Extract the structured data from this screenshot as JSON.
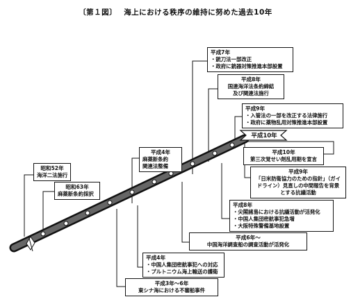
{
  "title": {
    "figure_no": "〔第１図〕",
    "text": "海上における秩序の維持に努めた過去10年"
  },
  "events": [
    {
      "id": "e1",
      "year": "昭和52年",
      "lines": [
        "海洋二法施行"
      ]
    },
    {
      "id": "e2",
      "year": "昭和63年",
      "lines": [
        "麻薬新条約採択"
      ]
    },
    {
      "id": "e3",
      "year": "平成3年～6年",
      "lines": [
        "東シナ海における不審船事件"
      ]
    },
    {
      "id": "e4",
      "year": "平成4年",
      "lines": [
        "・中国人集団密航事犯への対応",
        "・プルトニウム海上輸送の護衛"
      ]
    },
    {
      "id": "e5",
      "year": "平成4年",
      "lines": [
        "麻薬新条約",
        "関連法整備"
      ]
    },
    {
      "id": "e6",
      "year": "平成6年～",
      "lines": [
        "中国海洋調査船の調査活動が活発化"
      ]
    },
    {
      "id": "e7",
      "year": "平成7年",
      "lines": [
        "・銃刀法一部改正",
        "・政府に銃器対策推進本部設置"
      ]
    },
    {
      "id": "e8",
      "year": "平成8年",
      "lines": [
        "国連海洋法条約締結",
        "及び関連法施行"
      ]
    },
    {
      "id": "e9",
      "year": "平成8年",
      "lines": [
        "・尖閣諸島における抗議活動が活発化",
        "・中国人集団密航事犯急増",
        "・大阪特殊警備基地設置"
      ]
    },
    {
      "id": "e10",
      "year": "平成9年",
      "lines": [
        "・入管法の一部を改正する法律施行",
        "・政府に薬物乱用対策推進本部設置"
      ]
    },
    {
      "id": "e11",
      "year": "平成9年",
      "lines": [
        "「日米防衛協力のための指針」（ガイ",
        "ドライン）見直しの中間報告を背景",
        "とする抗議活動"
      ]
    },
    {
      "id": "e12",
      "year": "平成10年",
      "lines": [
        "第三次覚せい剤乱用期を宣言"
      ]
    }
  ],
  "flag_label": "平成10年"
}
